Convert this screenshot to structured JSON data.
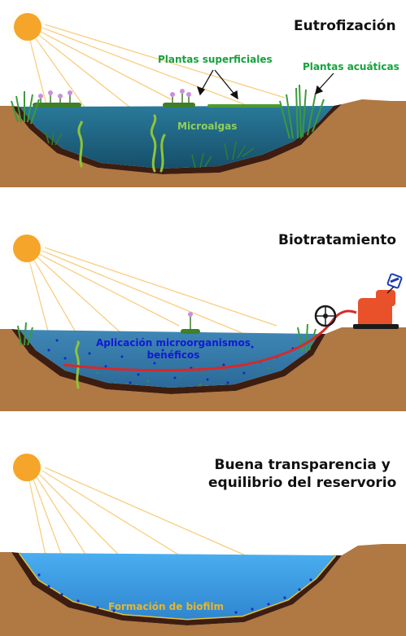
{
  "panels": [
    {
      "title": "Eutrofización",
      "labels": {
        "surface_plants": "Plantas superficiales",
        "aquatic_plants": "Plantas acuáticas",
        "microalgae": "Microalgas"
      }
    },
    {
      "title": "Biotratamiento",
      "labels": {
        "application_line1": "Aplicación microorganismos",
        "application_line2": "benéficos"
      }
    },
    {
      "title_line1": "Buena transparencia y",
      "title_line2": "equilibrio del reservorio",
      "labels": {
        "biofilm": "Formación de biofilm"
      }
    }
  ],
  "colors": {
    "sun": "#f4a52a",
    "soil": "#b07842",
    "water_eutrophic": "#1f6a8c",
    "water_clear": "#3a9de0",
    "pipe": "#d42a2a",
    "label_green": "#15a33c",
    "label_blue": "#1318d8",
    "label_gold": "#e7b62a"
  }
}
